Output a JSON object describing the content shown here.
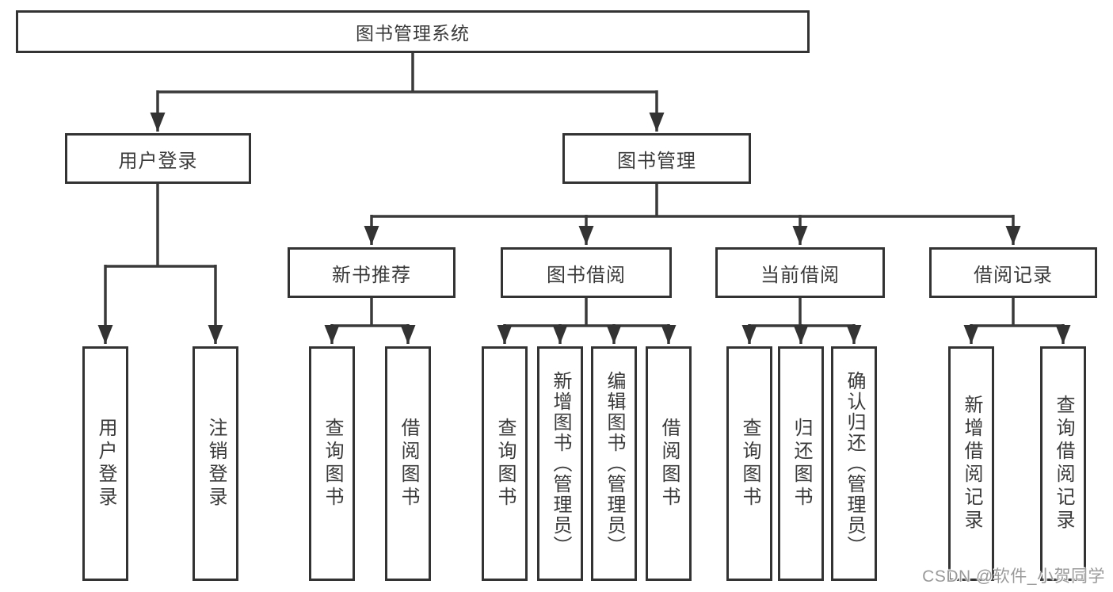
{
  "diagram": {
    "title": "图书管理系统",
    "root": {
      "label": "图书管理系统"
    },
    "branches": [
      {
        "label": "用户登录",
        "children": [
          {
            "label": "用户登录"
          },
          {
            "label": "注销登录"
          }
        ]
      },
      {
        "label": "图书管理",
        "children": [
          {
            "label": "新书推荐",
            "children": [
              {
                "label": "查询图书"
              },
              {
                "label": "借阅图书"
              }
            ]
          },
          {
            "label": "图书借阅",
            "children": [
              {
                "label": "查询图书"
              },
              {
                "label": "新增图书（管理员）"
              },
              {
                "label": "编辑图书（管理员）"
              },
              {
                "label": "借阅图书"
              }
            ]
          },
          {
            "label": "当前借阅",
            "children": [
              {
                "label": "查询图书"
              },
              {
                "label": "归还图书"
              },
              {
                "label": "确认归还（管理员）"
              }
            ]
          },
          {
            "label": "借阅记录",
            "children": [
              {
                "label": "新增借阅记录"
              },
              {
                "label": "查询借阅记录"
              }
            ]
          }
        ]
      }
    ]
  },
  "watermark": {
    "text": "CSDN @软件_小贺同学",
    "color": "#9a9a9a"
  },
  "colors": {
    "line": "#3a3a3a",
    "box_border": "#333333",
    "text": "#3a3a3a",
    "background": "#ffffff"
  }
}
